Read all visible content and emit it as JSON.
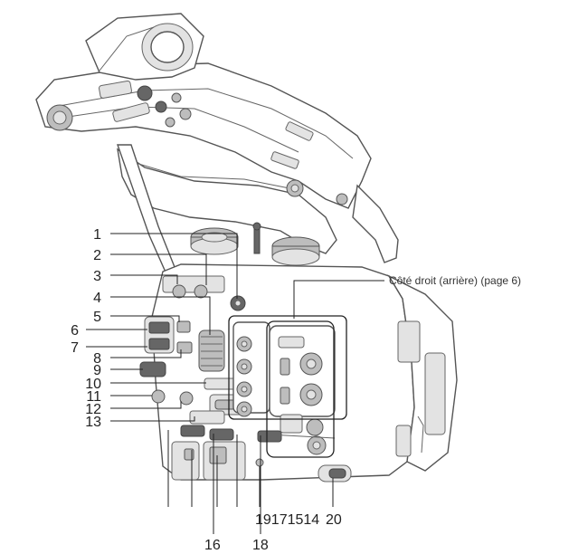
{
  "callout": {
    "text": "Côté droit (arrière) (page 6)"
  },
  "labels": [
    {
      "id": "1",
      "text": "1"
    },
    {
      "id": "2",
      "text": "2"
    },
    {
      "id": "3",
      "text": "3"
    },
    {
      "id": "4",
      "text": "4"
    },
    {
      "id": "5",
      "text": "5"
    },
    {
      "id": "6",
      "text": "6"
    },
    {
      "id": "7",
      "text": "7"
    },
    {
      "id": "8",
      "text": "8"
    },
    {
      "id": "9",
      "text": "9"
    },
    {
      "id": "10",
      "text": "10"
    },
    {
      "id": "11",
      "text": "11"
    },
    {
      "id": "12",
      "text": "12"
    },
    {
      "id": "13",
      "text": "13"
    },
    {
      "id": "19171514",
      "text": "19171514"
    },
    {
      "id": "20",
      "text": "20"
    },
    {
      "id": "16",
      "text": "16"
    },
    {
      "id": "18",
      "text": "18"
    }
  ]
}
